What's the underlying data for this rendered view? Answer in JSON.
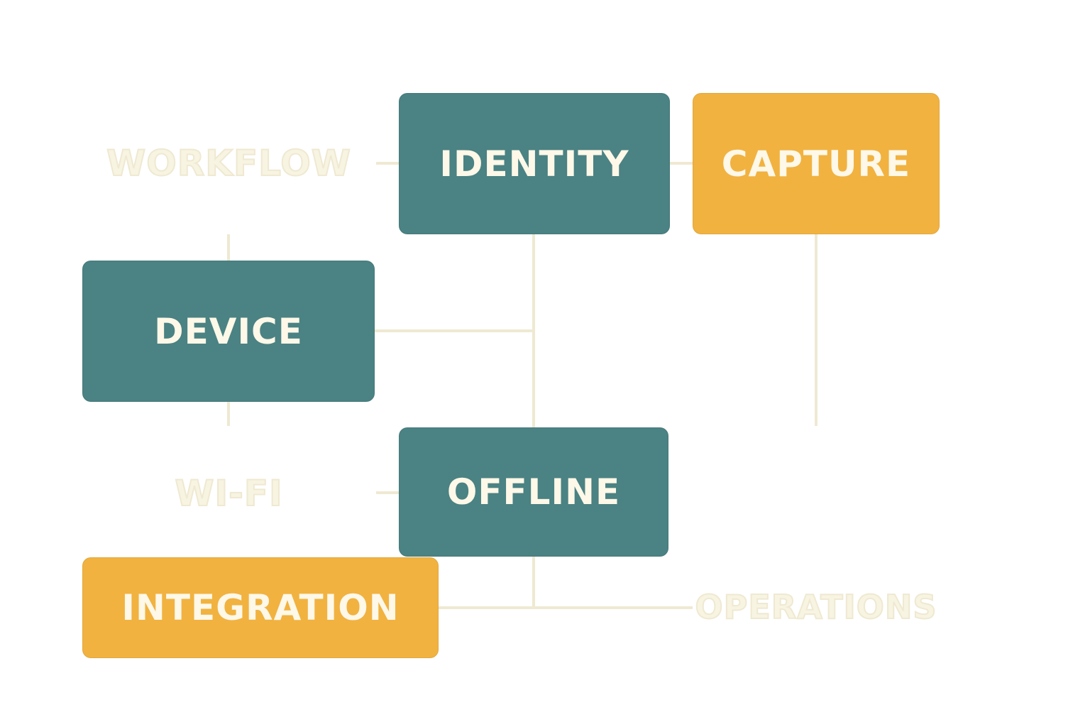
{
  "nodes": {
    "identity": "IDENTITY",
    "capture": "CAPTURE",
    "device": "DEVICE",
    "offline": "OFFLINE",
    "integration": "INTEGRATION"
  },
  "faded_labels": {
    "workflow": "WORKFLOW",
    "wifi": "WI-FI",
    "operations": "OPERATIONS"
  },
  "colors": {
    "teal": "#4b8283",
    "amber": "#f1b240",
    "connector": "#efe9d2",
    "node_text": "#fdf8e8"
  }
}
